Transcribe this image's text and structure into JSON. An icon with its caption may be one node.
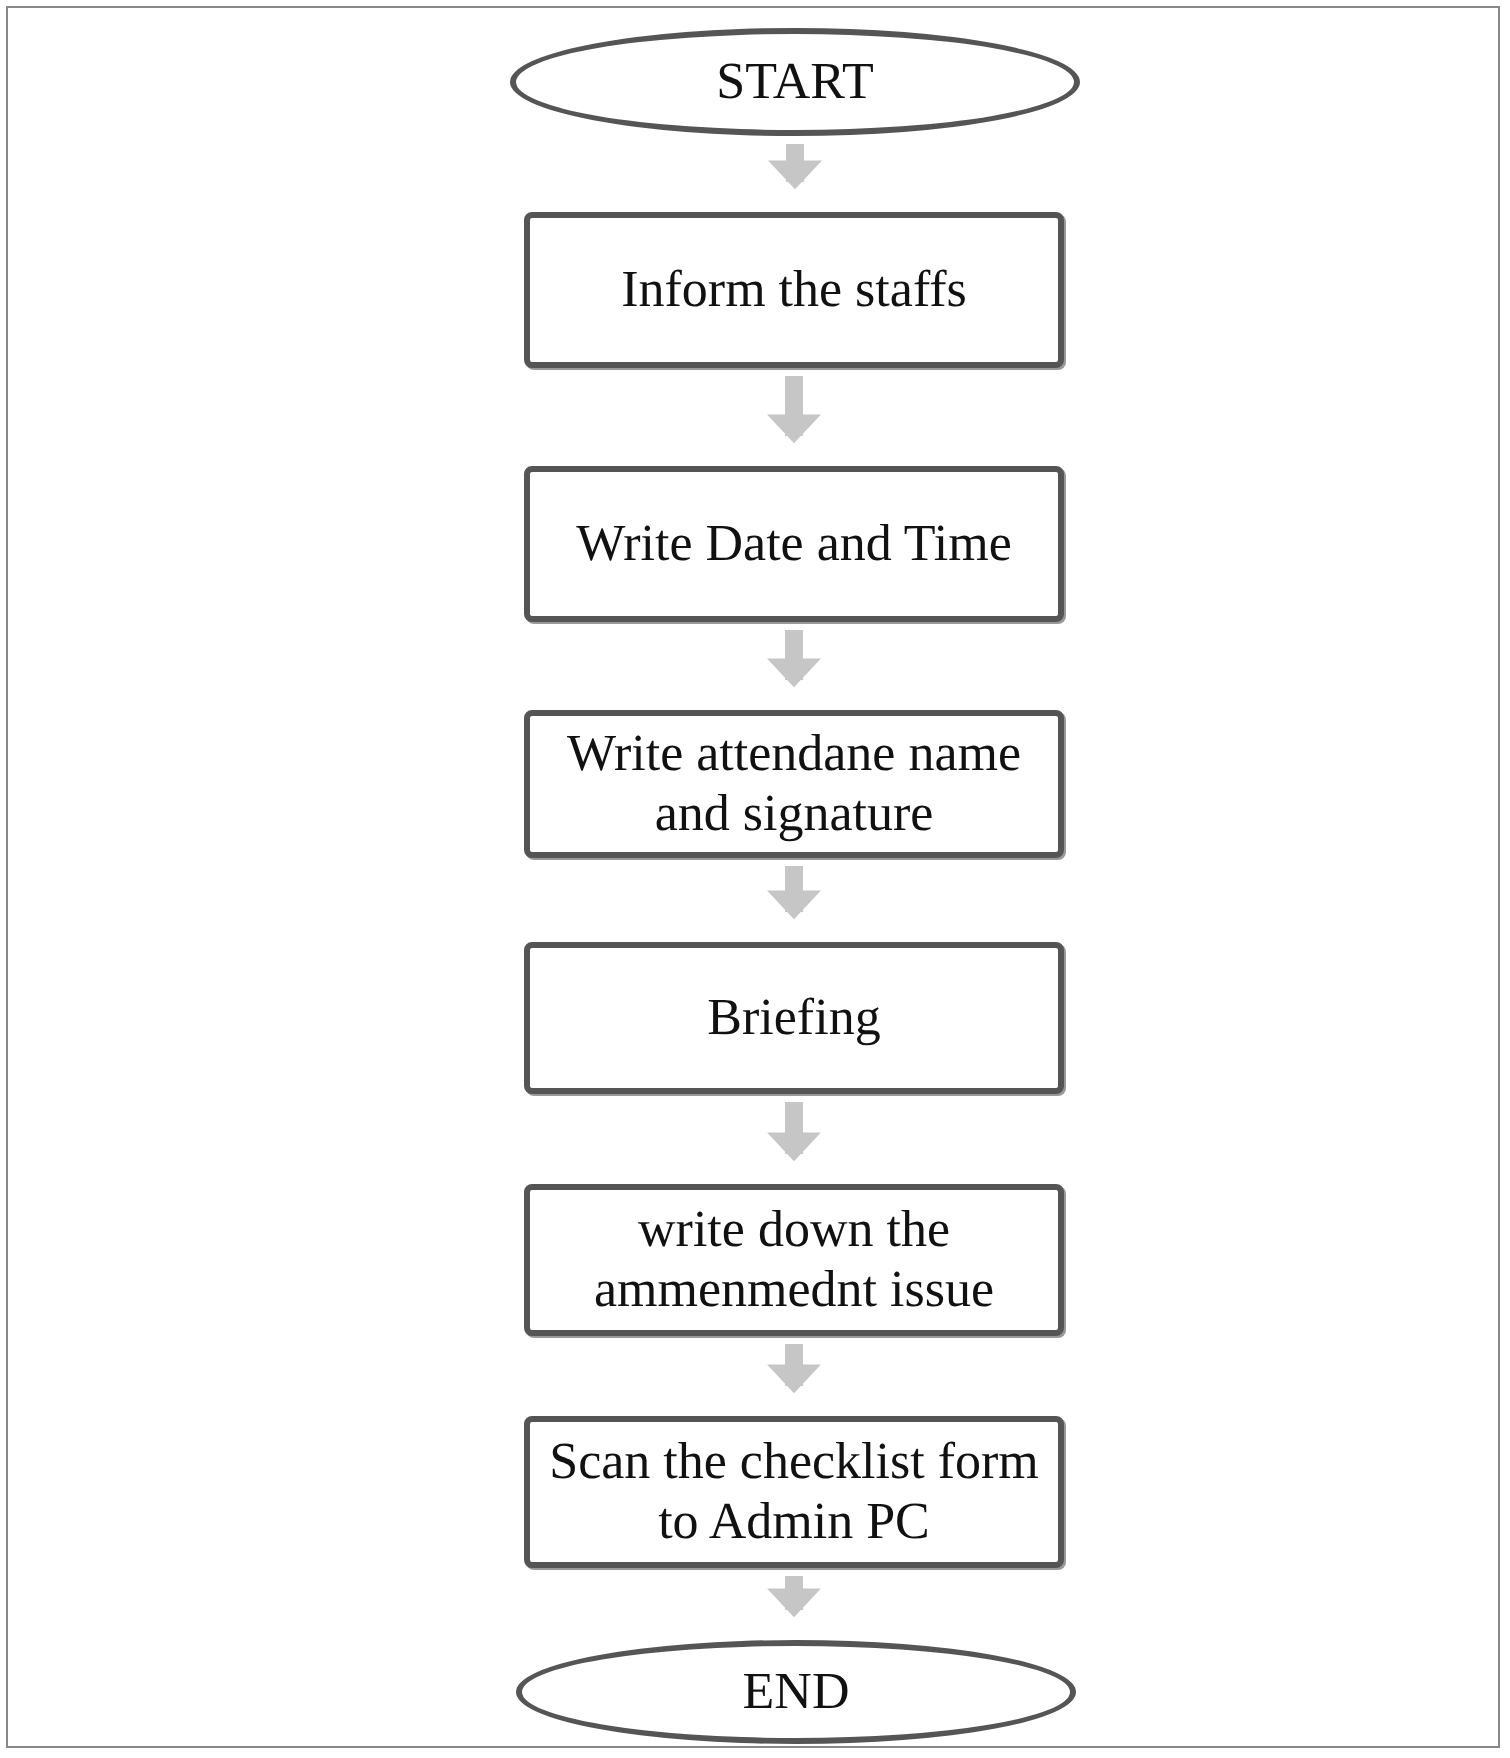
{
  "diagram": {
    "nodes": [
      {
        "text": [
          "START"
        ]
      },
      {
        "text": [
          "Inform the staffs"
        ]
      },
      {
        "text": [
          "Write Date and Time"
        ]
      },
      {
        "text": [
          "Write attendane name and signature"
        ]
      },
      {
        "text": [
          "Briefing"
        ]
      },
      {
        "text": [
          "write down the ammenmednt issue"
        ]
      },
      {
        "text": [
          "Scan the checklist form to Admin PC"
        ]
      },
      {
        "text": [
          "END"
        ]
      }
    ],
    "edges": [
      {
        "from": 0,
        "to": 1,
        "arrow": "to"
      },
      {
        "from": 1,
        "to": 2,
        "arrow": "to"
      },
      {
        "from": 2,
        "to": 3,
        "arrow": "to"
      },
      {
        "from": 3,
        "to": 4,
        "arrow": "to"
      },
      {
        "from": 4,
        "to": 5,
        "arrow": "to"
      },
      {
        "from": 5,
        "to": 6,
        "arrow": "to"
      },
      {
        "from": 6,
        "to": 7,
        "arrow": "to"
      }
    ]
  }
}
